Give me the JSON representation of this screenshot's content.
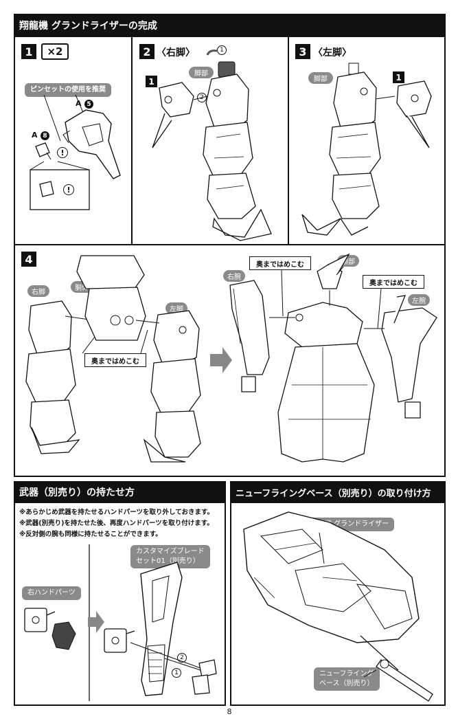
{
  "header": {
    "title": "翔龍機 グランドライザーの完成"
  },
  "step1": {
    "number": "1",
    "multiplier": "×2",
    "tweezers_note": "ピンセットの使用を推奨",
    "part_a5": "A",
    "part_a5_num": "5",
    "part_a8": "A",
    "part_a8_num": "8",
    "caution": "!"
  },
  "step2": {
    "number": "2",
    "title": "〈右脚〉",
    "leg_label": "脚部",
    "ref_num": "1",
    "arrow1": "1",
    "arrow2": "2"
  },
  "step3": {
    "number": "3",
    "title": "〈左脚〉",
    "leg_label": "脚部",
    "ref_num": "1"
  },
  "step4": {
    "number": "4",
    "right_leg": "右脚",
    "body": "胴体",
    "left_leg": "左脚",
    "push_in": "奥まではめこむ",
    "right_arm": "右腕",
    "head": "頭部",
    "left_arm": "左腕",
    "push_in_left": "奥まではめこむ",
    "push_in_right": "奥まではめこむ"
  },
  "weapon_section": {
    "title": "武器（別売り）の持たせ方",
    "notes": [
      "※あらかじめ武器を持たせるハンドパーツを取り外しておきます。",
      "※武器(別売り)を持たせた後、再度ハンドパーツを取り付けます。",
      "※反対側の腕も同様に持たせることができます。"
    ],
    "hand_parts": "右ハンドパーツ",
    "blade_line1": "カスタマイズブレード",
    "blade_line2": "セット01（別売り）",
    "step_1": "1",
    "step_2": "2"
  },
  "base_section": {
    "title": "ニューフライングベース（別売り）の取り付け方",
    "model_label": "翔龍機 グランドライザー",
    "base_line1": "ニューフライング",
    "base_line2": "ベース（別売り）"
  },
  "footer": {
    "page_number": "8"
  }
}
